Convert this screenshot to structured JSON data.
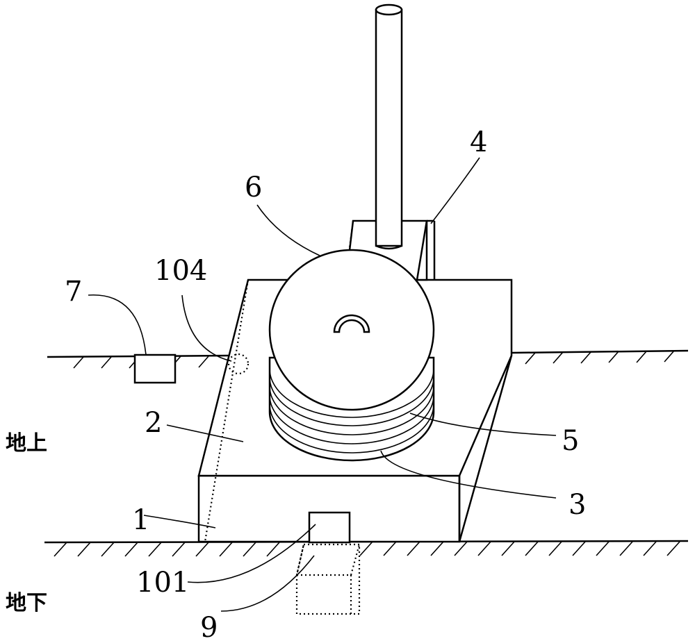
{
  "labels": {
    "l1": "1",
    "l2": "2",
    "l3": "3",
    "l4": "4",
    "l5": "5",
    "l6": "6",
    "l7": "7",
    "l9": "9",
    "l101": "101",
    "l104": "104",
    "above_ground": "地上",
    "below_ground": "地下"
  }
}
